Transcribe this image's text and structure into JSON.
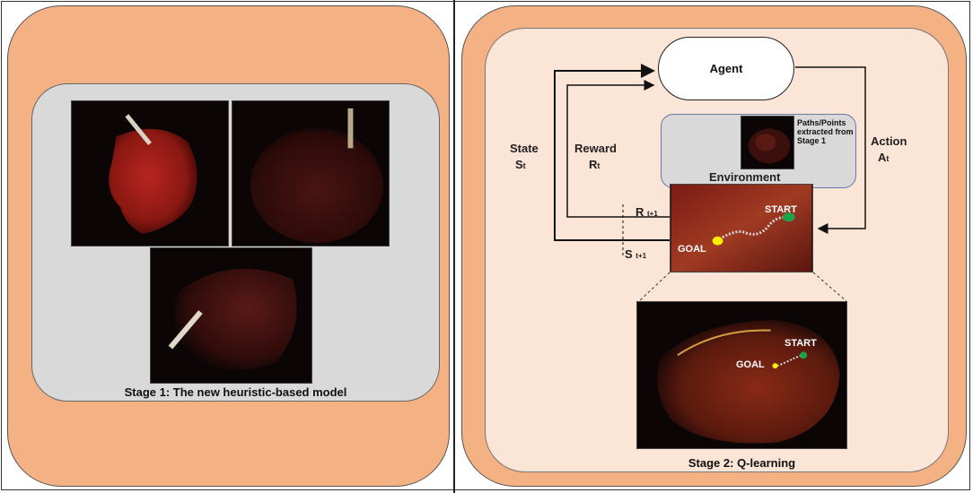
{
  "stage1": {
    "caption": "Stage 1: The new heuristic-based model"
  },
  "stage2": {
    "caption": "Stage 2: Q-learning",
    "agent_label": "Agent",
    "environment_label": "Environment",
    "environment_note": "Paths/Points extracted from Stage 1",
    "state_label": "State",
    "state_symbol": "S",
    "state_sub": "t",
    "reward_label": "Reward",
    "reward_symbol": "R",
    "reward_sub": "t",
    "action_label": "Action",
    "action_symbol": "A",
    "action_sub": "t",
    "next_reward_symbol": "R",
    "next_reward_sub": "t+1",
    "next_state_symbol": "S",
    "next_state_sub": "t+1",
    "goal_label": "GOAL",
    "start_label": "START"
  },
  "colors": {
    "outer_panel": "#f4b183",
    "stage1_inner": "#d9d9d9",
    "stage2_inner": "#fbe5d6",
    "start_dot": "#1aa34a",
    "goal_dot": "#ffee00"
  }
}
